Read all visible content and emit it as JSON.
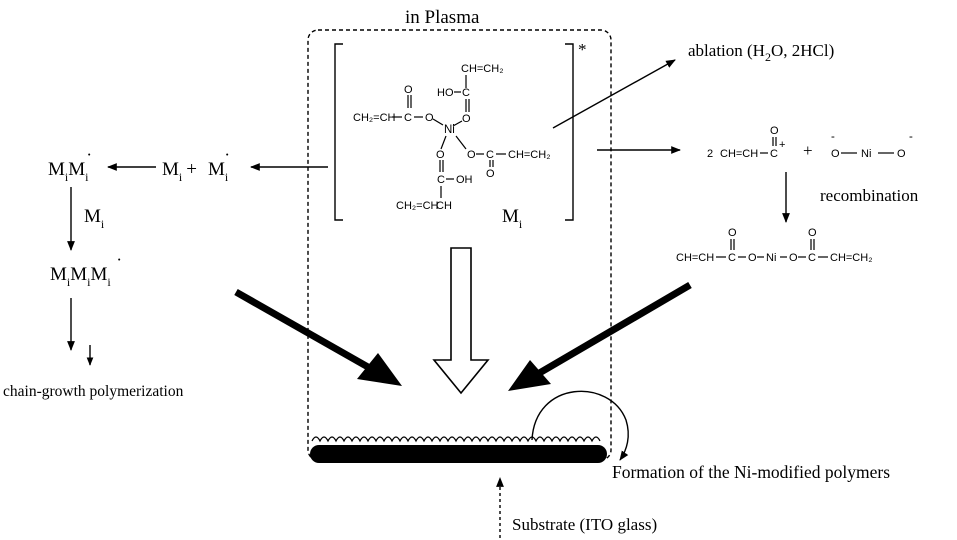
{
  "labels": {
    "in_plasma": "in Plasma",
    "ablation": "ablation (H",
    "ablation_sub": "2",
    "ablation_rest": "O, 2HCl)",
    "recombination": "recombination",
    "chain_growth": "chain-growth polymerization",
    "formation": "Formation of the Ni-modified polymers",
    "substrate": "Substrate (ITO glass)",
    "asterisk": "*"
  },
  "monomer": {
    "symbol": "M",
    "subscript": "i",
    "ni": "Ni",
    "oxygen": "O",
    "hydroxyl": "OH",
    "ho": "HO",
    "carbon": "C",
    "vinyl_left": "CH₂=CH",
    "vinyl_right": "CH=CH₂",
    "vinyl_top": "CH=CH₂",
    "vinyl_bottom": "CH₂=CH",
    "ch": "CH"
  },
  "left_scheme": {
    "mi_plus": "M",
    "plus": "+",
    "radical_dot": "˙",
    "step_label": "M",
    "dimer": "MiMi",
    "trimer": "MiMiMi"
  },
  "right_scheme": {
    "coefficient": "2",
    "acyl_left": "CH=CH",
    "acyl_c": "C",
    "plus_sign": "+",
    "charge_pos": "+",
    "charge_neg": "-",
    "o_ni_o_center": "Ni",
    "product_left": "CH=CH",
    "product_right": "CH=CH₂"
  }
}
